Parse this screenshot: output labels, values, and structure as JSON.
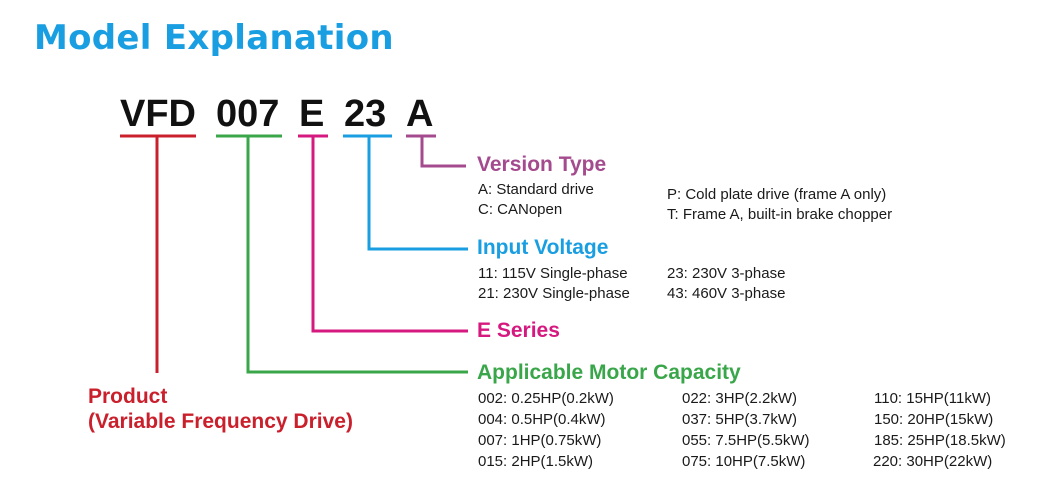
{
  "title": "Model Explanation",
  "model_code": {
    "segments": [
      "VFD",
      "007",
      "E",
      "23",
      "A"
    ]
  },
  "colors": {
    "title": "#1a9ee2",
    "product": "#c9202c",
    "capacity": "#3aa64a",
    "series": "#d6197f",
    "voltage": "#1a9ee2",
    "version": "#a44a8e"
  },
  "version_type": {
    "heading": "Version Type",
    "col1": [
      "A: Standard drive",
      "C: CANopen"
    ],
    "col2": [
      "P: Cold plate drive (frame A only)",
      "T: Frame A, built-in brake chopper"
    ]
  },
  "input_voltage": {
    "heading": "Input Voltage",
    "col1": [
      "11: 115V Single-phase",
      "21: 230V Single-phase"
    ],
    "col2": [
      "23: 230V 3-phase",
      "43: 460V 3-phase"
    ]
  },
  "series": {
    "heading": "E Series"
  },
  "motor_capacity": {
    "heading": "Applicable Motor Capacity",
    "col1": [
      "002: 0.25HP(0.2kW)",
      "004: 0.5HP(0.4kW)",
      "007: 1HP(0.75kW)",
      "015: 2HP(1.5kW)"
    ],
    "col2": [
      "022: 3HP(2.2kW)",
      "037: 5HP(3.7kW)",
      "055: 7.5HP(5.5kW)",
      "075: 10HP(7.5kW)"
    ],
    "col3": [
      "110: 15HP(11kW)",
      "150: 20HP(15kW)",
      "185: 25HP(18.5kW)",
      "220: 30HP(22kW)"
    ]
  },
  "product": {
    "line1": "Product",
    "line2": "(Variable Frequency Drive)"
  }
}
